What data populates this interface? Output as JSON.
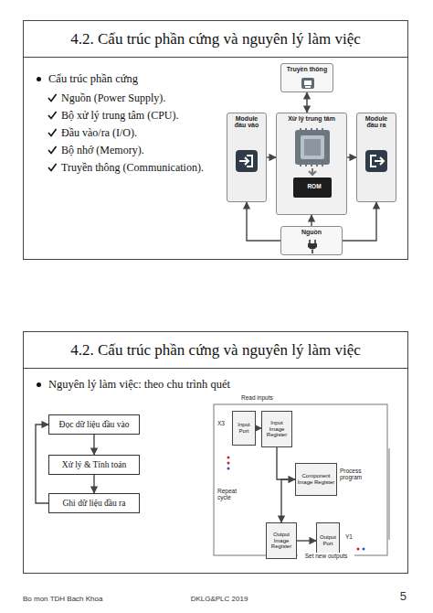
{
  "diagram": {
    "nodes": [
      {
        "text": [
          "4.2. Cấu trúc phần cứng và nguyên lý làm việc",
          "Cấu trúc phần cứng",
          "Nguồn (Power Supply).",
          "Bộ xử lý trung tâm (CPU).",
          "Đầu vào/ra (I/O).",
          "Bộ nhớ (Memory).",
          "Truyền thông (Communication)."
        ]
      },
      {
        "text": [
          "Truyền thông"
        ],
        "in": 0
      },
      {
        "text": [
          "Module đầu vào"
        ],
        "in": 0
      },
      {
        "text": [
          "Xử lý trung tâm"
        ],
        "in": 0
      },
      {
        "text": [
          "Module đầu ra"
        ],
        "in": 0
      },
      {
        "text": [
          "Nguồn"
        ],
        "in": 0
      },
      {
        "text": [
          "4.2. Cấu trúc phần cứng và nguyên lý làm việc",
          "Nguyên lý làm việc: theo chu trình quét"
        ]
      },
      {
        "text": [
          "Đọc dữ liệu đầu vào"
        ],
        "in": 6
      },
      {
        "text": [
          "Xử lý & Tính toán"
        ],
        "in": 6
      },
      {
        "text": [
          "Ghi dữ liệu đầu ra"
        ],
        "in": 6
      },
      {
        "text": [
          "Input Port"
        ],
        "in": 6
      },
      {
        "text": [
          "Input Image Register"
        ],
        "in": 6
      },
      {
        "text": [
          "Component Image Register"
        ],
        "in": 6
      },
      {
        "text": [
          "Output Image Register"
        ],
        "in": 6
      },
      {
        "text": [
          "Output Port"
        ],
        "in": 6
      }
    ],
    "edges": [
      {
        "from": 1,
        "to": 3,
        "arrow": "both"
      },
      {
        "from": 2,
        "to": 3,
        "arrow": "to"
      },
      {
        "from": 3,
        "to": 4,
        "arrow": "to"
      },
      {
        "from": 5,
        "to": 2,
        "arrow": "to"
      },
      {
        "from": 5,
        "to": 4,
        "arrow": "to"
      },
      {
        "from": 5,
        "to": 3,
        "arrow": "to"
      },
      {
        "from": 7,
        "to": 8,
        "arrow": "to"
      },
      {
        "from": 8,
        "to": 9,
        "arrow": "to"
      },
      {
        "from": 9,
        "to": 7,
        "arrow": "to"
      },
      {
        "from": 10,
        "to": 11,
        "arrow": "to"
      },
      {
        "from": 11,
        "to": 12,
        "arrow": "to"
      },
      {
        "from": 12,
        "to": 13,
        "arrow": "to"
      },
      {
        "from": 13,
        "to": 14,
        "arrow": "to"
      }
    ],
    "labels": [
      "ROM",
      "Read inputs",
      "X3",
      "Process program",
      "Repeat cycle",
      "Y1",
      "Set new outputs",
      "Bo mon TDH Bach Khoa",
      "DKLG&PLC 2019",
      "5"
    ]
  }
}
